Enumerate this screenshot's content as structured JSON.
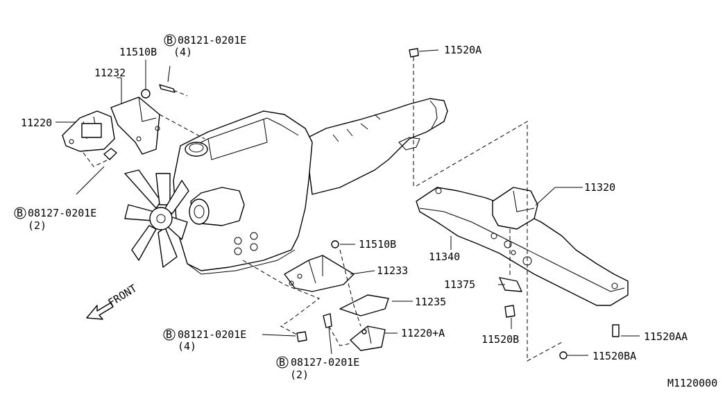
{
  "labels": {
    "p11520a": "11520A",
    "p11510b_top": "11510B",
    "bolt_top": "08121-0201E",
    "bolt_top_qty": "(4)",
    "p11232": "11232",
    "p11220": "11220",
    "bolt_left": "08127-0201E",
    "bolt_left_qty": "(2)",
    "p11320": "11320",
    "p11340": "11340",
    "p11510b_mid": "11510B",
    "p11233": "11233",
    "p11235": "11235",
    "p11375": "11375",
    "bolt_bottom": "08121-0201E",
    "bolt_bottom_qty": "(4)",
    "p11220a": "11220+A",
    "p11520b": "11520B",
    "p11520aa": "11520AA",
    "bolt_bottom2": "08127-0201E",
    "bolt_bottom2_qty": "(2)",
    "p11520ba": "11520BA",
    "front": "FRONT",
    "diagram_code": "M1120000",
    "b_marker": "B"
  }
}
